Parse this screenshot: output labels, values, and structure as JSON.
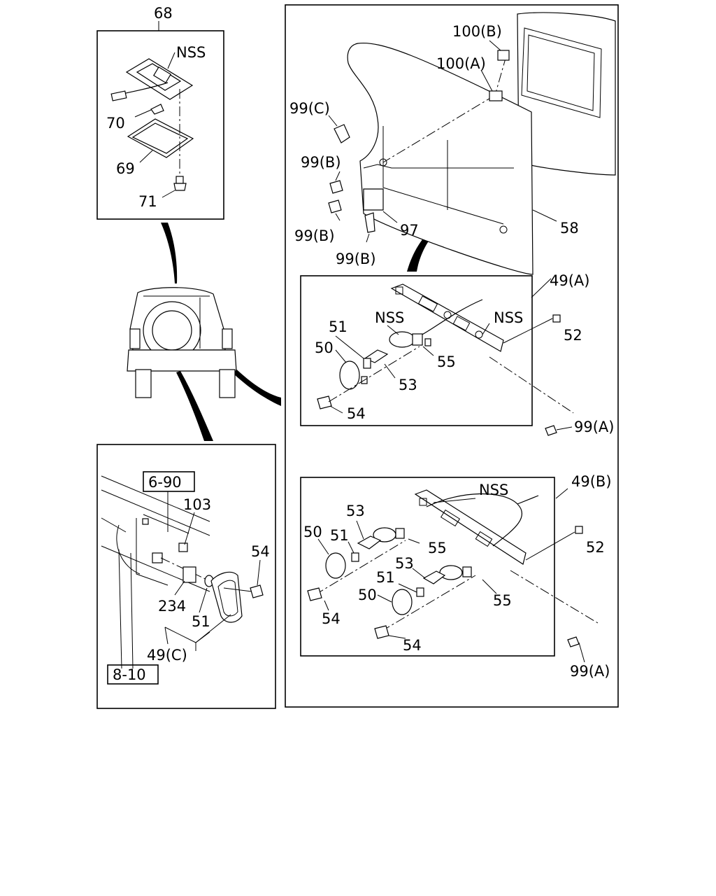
{
  "labels": {
    "c68": "68",
    "nss_top": "NSS",
    "c70": "70",
    "c69": "69",
    "c71": "71",
    "c100b": "100(B)",
    "c100a": "100(A)",
    "c99c": "99(C)",
    "c99b_1": "99(B)",
    "c99b_2": "99(B)",
    "c97": "97",
    "c99b_3": "99(B)",
    "c58": "58",
    "c49a": "49(A)",
    "c51_a": "51",
    "nss_a1": "NSS",
    "nss_a2": "NSS",
    "c52_a": "52",
    "c50_a": "50",
    "c55_a": "55",
    "c53_a": "53",
    "c54_a": "54",
    "c99a_1": "99(A)",
    "ref_690": "6-90",
    "c103": "103",
    "c54_c": "54",
    "c234": "234",
    "c51_c": "51",
    "c49c": "49(C)",
    "ref_810": "8-10",
    "nss_b": "NSS",
    "c49b": "49(B)",
    "c53_b1": "53",
    "c50_b1": "50",
    "c51_b1": "51",
    "c52_b": "52",
    "c55_b1": "55",
    "c53_b2": "53",
    "c51_b2": "51",
    "c50_b2": "50",
    "c55_b2": "55",
    "c54_b1": "54",
    "c54_b2": "54",
    "c99a_2": "99(A)"
  }
}
